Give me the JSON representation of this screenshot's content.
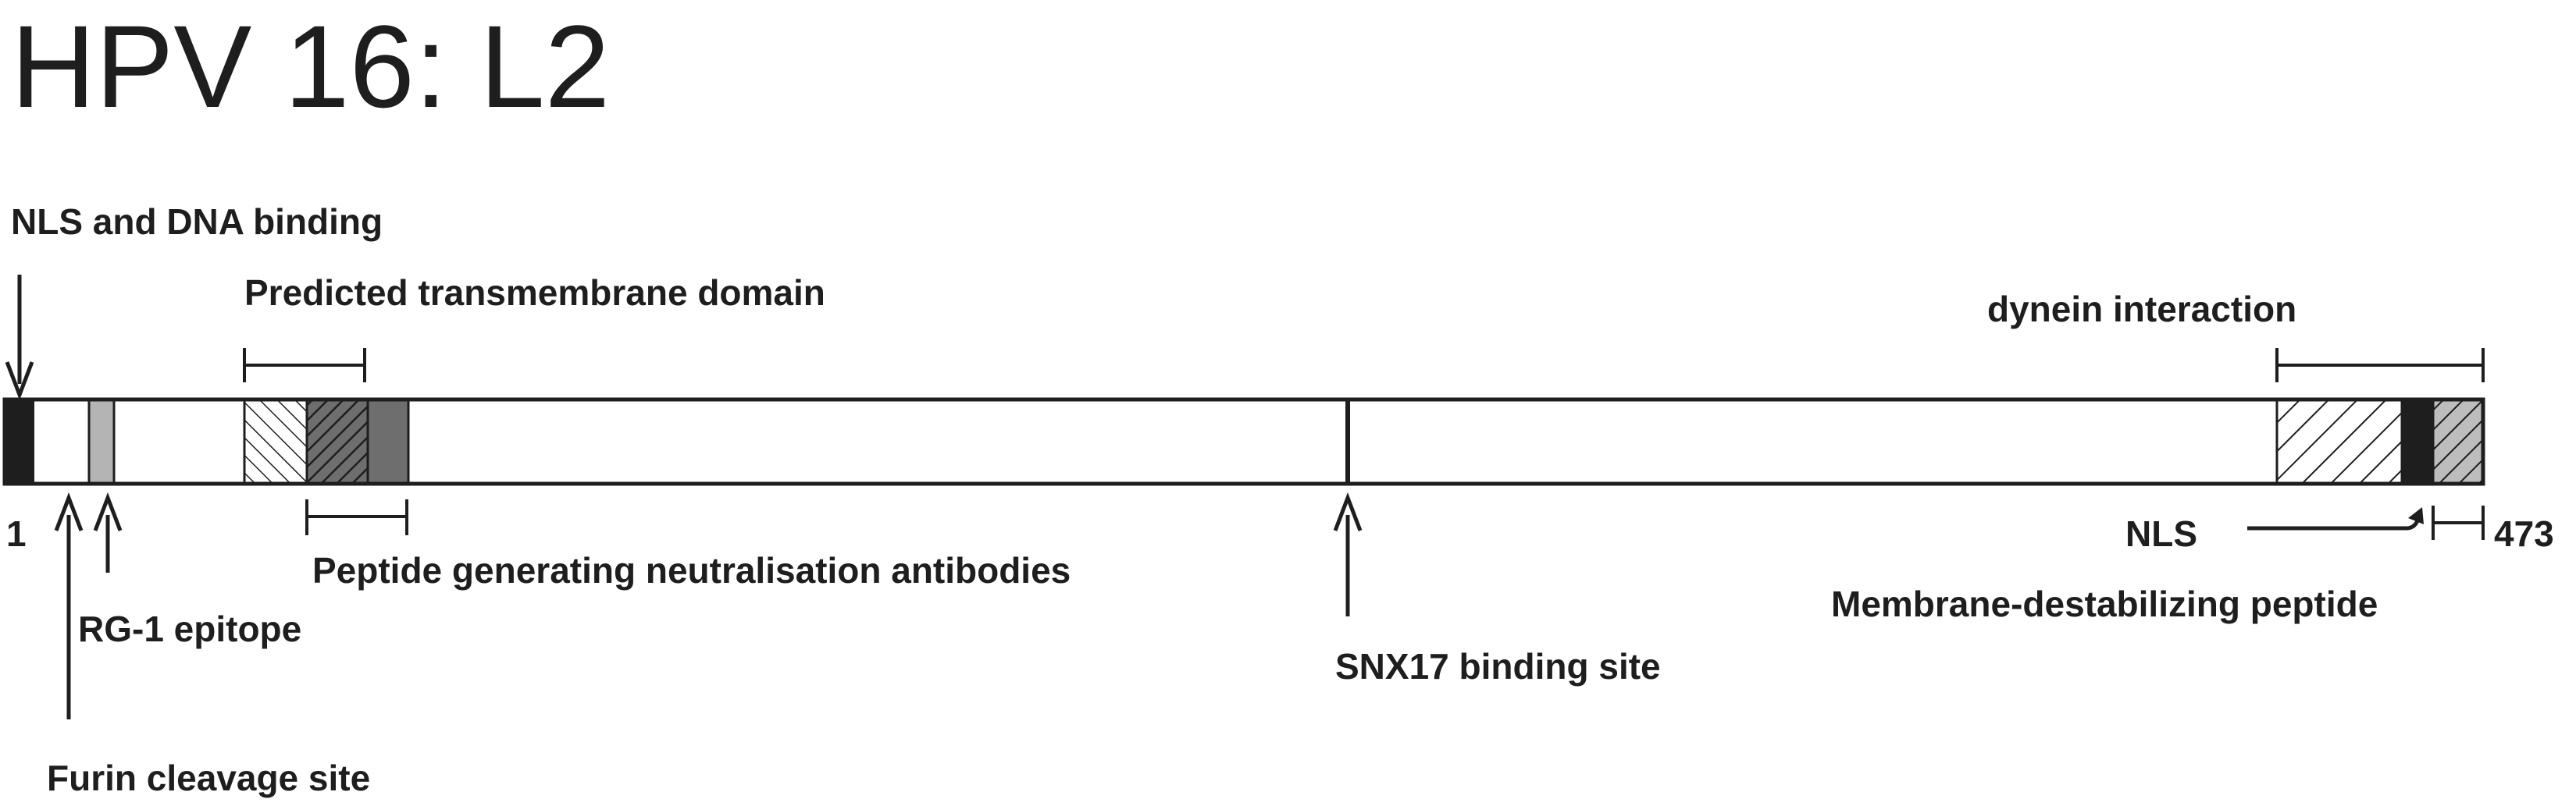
{
  "title": "HPV 16: L2",
  "labels": {
    "nls_dna": "NLS and DNA binding",
    "tm_domain": "Predicted transmembrane domain",
    "dynein": "dynein interaction",
    "start": "1",
    "end": "473",
    "peptide_nab": "Peptide generating neutralisation antibodies",
    "rg1": "RG-1 epitope",
    "furin": "Furin cleavage site",
    "snx17": "SNX17 binding site",
    "nls": "NLS",
    "membrane_peptide": "Membrane-destabilizing peptide"
  },
  "colors": {
    "line": "#1e1e1e",
    "dark": "#1e1e1e",
    "light_gray": "#b4b4b4",
    "mid_gray": "#6e6e6e",
    "hatch_gray": "#9a9a9a"
  }
}
